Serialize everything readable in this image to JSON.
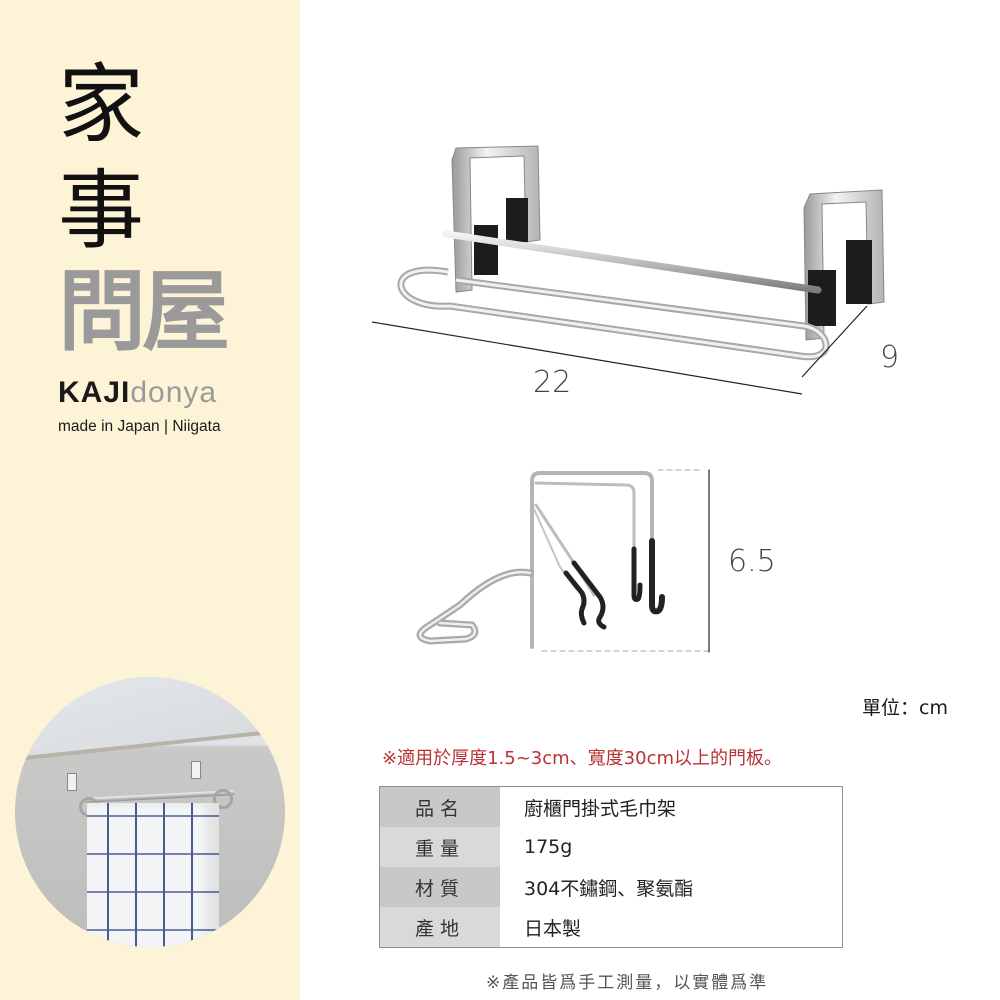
{
  "brand": {
    "kanji_line1": "家",
    "kanji_line2": "事",
    "kanji_line3": "問屋",
    "name_bold": "KAJI",
    "name_light": "donya",
    "tagline": "made in Japan | Niigata",
    "background_color": "#fdf3d6"
  },
  "photo": {
    "alt": "Towel rack mounted on kitchen cabinet door with blue-checked towel"
  },
  "dimensions": {
    "width": "22",
    "depth": "9",
    "height": "6.5",
    "unit_label": "單位：cm"
  },
  "notice": {
    "text": "※適用於厚度1.5~3cm、寬度30cm以上的門板。",
    "color": "#b83236"
  },
  "specs": {
    "rows": [
      {
        "label": "品名",
        "value": "廚櫃門掛式毛巾架"
      },
      {
        "label": "重量",
        "value": "175g"
      },
      {
        "label": "材質",
        "value": "304不鏽鋼、聚氨酯"
      },
      {
        "label": "產地",
        "value": "日本製"
      }
    ]
  },
  "footnote": "※產品皆爲手工測量，以實體爲準"
}
